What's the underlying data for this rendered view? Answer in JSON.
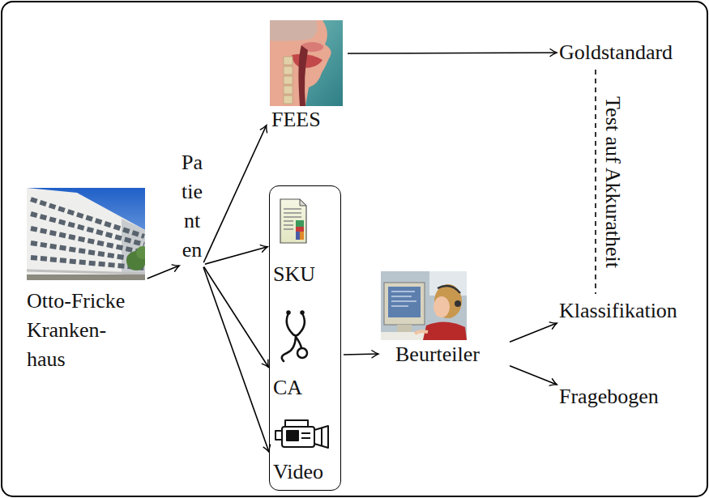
{
  "diagram": {
    "nodes": [
      {
        "text": [
          "Otto-Fricke Kranken- haus"
        ]
      },
      {
        "text": [
          "Patienten"
        ]
      },
      {
        "text": [
          "FEES"
        ]
      },
      {
        "text": [
          "Goldstandard"
        ]
      },
      {
        "text": []
      },
      {
        "text": [
          "SKU"
        ],
        "in": 4
      },
      {
        "text": [
          "CA"
        ],
        "in": 4
      },
      {
        "text": [
          "Video"
        ],
        "in": 4
      },
      {
        "text": [
          "Beurteiler"
        ]
      },
      {
        "text": [
          "Klassifikation"
        ]
      },
      {
        "text": [
          "Fragebogen"
        ]
      }
    ],
    "edges": [
      {
        "from": 0,
        "to": 1,
        "arrow": "to"
      },
      {
        "from": 1,
        "to": 2,
        "arrow": "to"
      },
      {
        "from": 1,
        "to": 5,
        "arrow": "to"
      },
      {
        "from": 1,
        "to": 6,
        "arrow": "to"
      },
      {
        "from": 1,
        "to": 7,
        "arrow": "to"
      },
      {
        "from": 2,
        "to": 3,
        "arrow": "to"
      },
      {
        "from": 4,
        "to": 8,
        "arrow": "to"
      },
      {
        "from": 8,
        "to": 9,
        "arrow": "to"
      },
      {
        "from": 8,
        "to": 10,
        "arrow": "to"
      },
      {
        "from": 3,
        "to": 9,
        "arrow": "none",
        "label": "Test auf Akkuratheit"
      }
    ]
  }
}
